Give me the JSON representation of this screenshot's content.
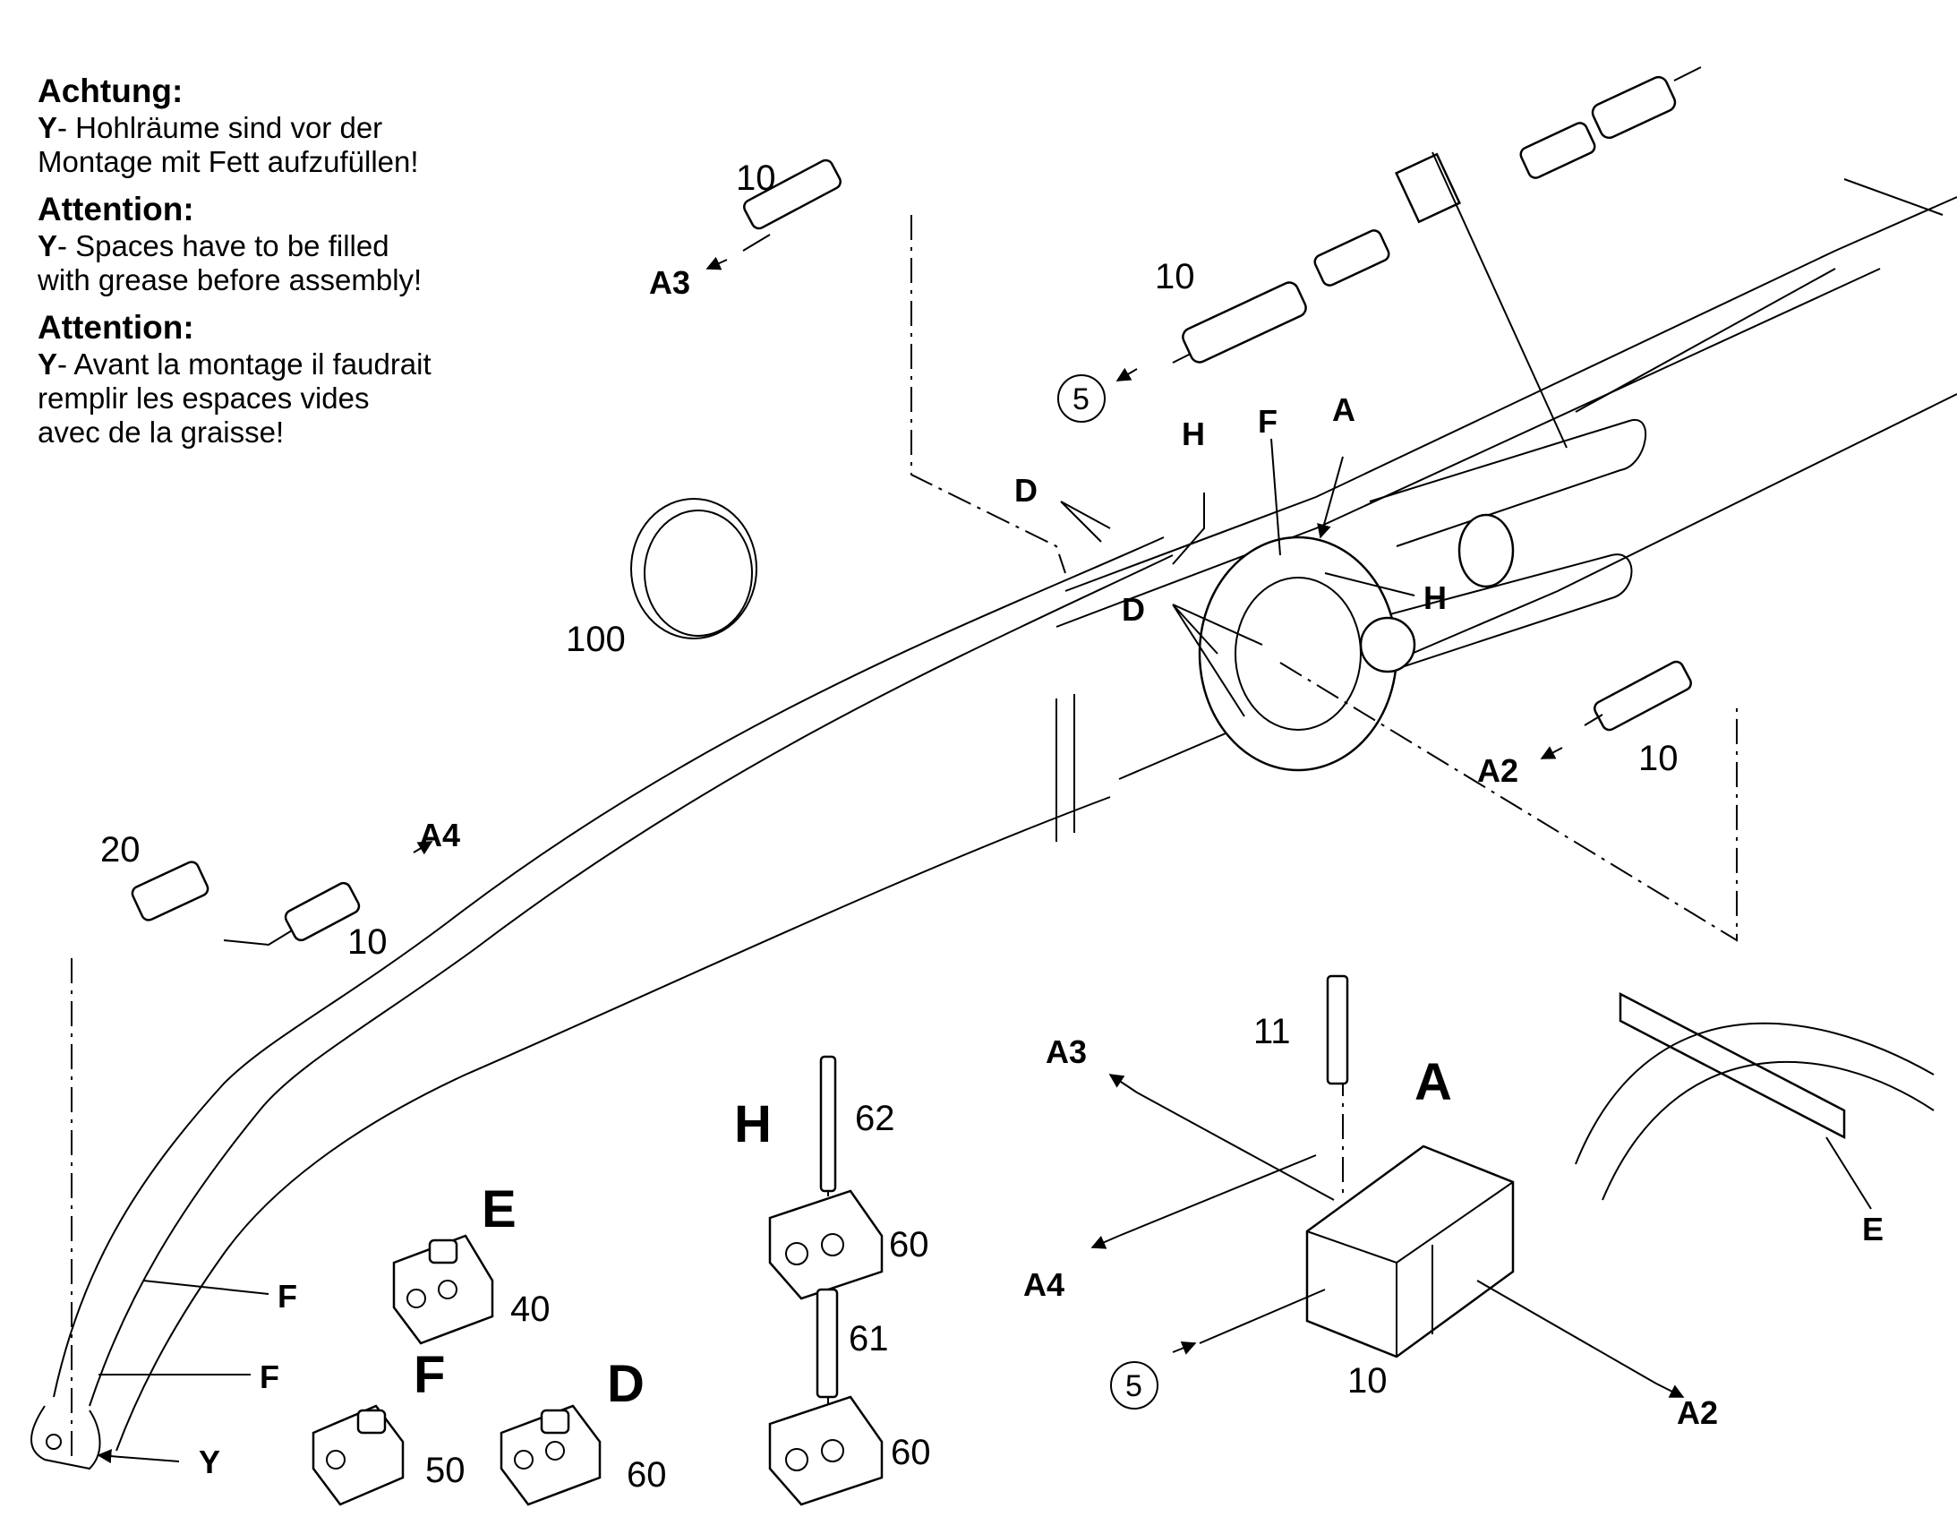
{
  "notes": {
    "de_heading": "Achtung:",
    "de_marker": "Y",
    "de_line1": "- Hohlräume sind vor der",
    "de_line2": "Montage mit Fett aufzufüllen!",
    "en_heading": "Attention:",
    "en_marker": "Y",
    "en_line1": "- Spaces have to be filled",
    "en_line2": "with grease before assembly!",
    "fr_heading": "Attention:",
    "fr_marker": "Y",
    "fr_line1": "- Avant la montage il faudrait",
    "fr_line2": "remplir les espaces vides",
    "fr_line3": "avec de la graisse!"
  },
  "part_numbers": {
    "p10_top": "10",
    "p10_mid": "10",
    "p10_right": "10",
    "p10_left": "10",
    "p10_block": "10",
    "p100": "100",
    "p20": "20",
    "p11": "11",
    "p62": "62",
    "p60_upper": "60",
    "p61": "61",
    "p60_lower": "60",
    "p40": "40",
    "p50": "50",
    "p60_d": "60",
    "p5_top": "5",
    "p5_bottom": "5"
  },
  "line_labels": {
    "a3_top": "A3",
    "a2_right": "A2",
    "a4_left": "A4",
    "a3_block": "A3",
    "a4_block": "A4",
    "a2_block": "A2"
  },
  "position_labels": {
    "d_upper": "D",
    "d_lower": "D",
    "h_upper": "H",
    "h_lower": "H",
    "f_upper": "F",
    "a_pointer": "A",
    "f_boom_upper": "F",
    "f_boom_lower": "F",
    "y_tip": "Y",
    "e_right": "E"
  },
  "detail_titles": {
    "a_detail": "A",
    "h_detail": "H",
    "e_detail": "E",
    "f_detail": "F",
    "d_detail": "D"
  }
}
